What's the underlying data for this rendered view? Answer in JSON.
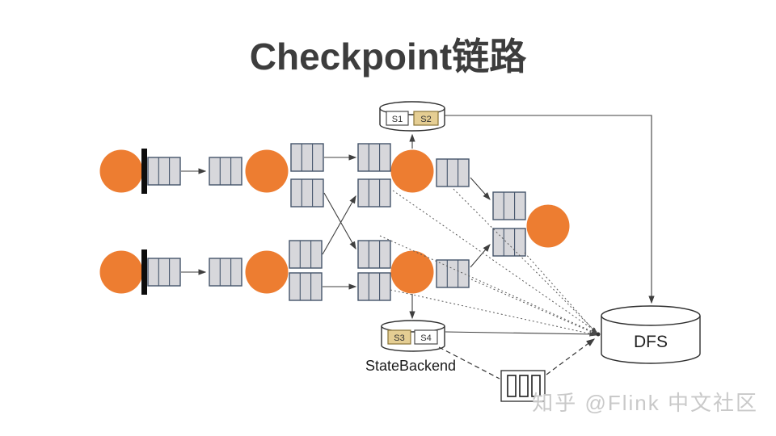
{
  "title": "Checkpoint链路",
  "watermark": "知乎 @Flink 中文社区",
  "colors": {
    "operator_orange": "#ED7D31",
    "buffer_fill": "#D7D7DB",
    "buffer_border": "#44546A",
    "barrier_black": "#0D0D0D",
    "line_dark": "#3F3F3F",
    "dotted_gray": "#595959",
    "snapshot_tan": "#E5CE93",
    "watermark_gray": "#C9C9C9"
  },
  "nodes": {
    "top_snapshot_store": {
      "slots": [
        {
          "label": "S1",
          "highlighted": false
        },
        {
          "label": "S2",
          "highlighted": true
        }
      ]
    },
    "state_backend": {
      "label": "StateBackend",
      "slots": [
        {
          "label": "S3",
          "highlighted": true
        },
        {
          "label": "S4",
          "highlighted": false
        }
      ]
    },
    "dfs": {
      "label": "DFS"
    }
  }
}
